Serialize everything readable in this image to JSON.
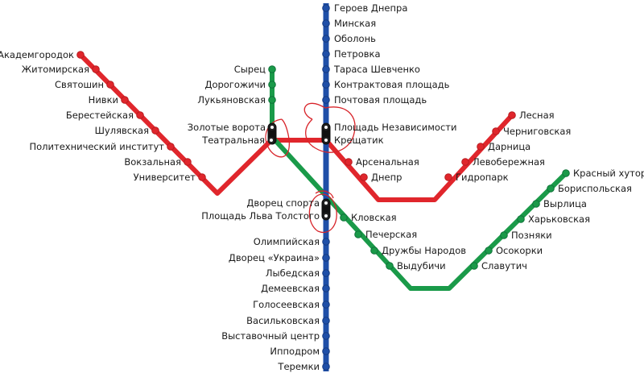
{
  "colors": {
    "red": "#e0262c",
    "green": "#1a9a49",
    "blue": "#1f4fa8"
  },
  "lines": {
    "blue": [
      "Героев Днепра",
      "Минская",
      "Оболонь",
      "Петровка",
      "Тараса Шевченко",
      "Контрактовая площадь",
      "Почтовая площадь",
      "Площадь Независимости",
      "Крещатик",
      "Площадь Льва Толстого",
      "Олимпийская",
      "Дворец «Украина»",
      "Лыбедская",
      "Демеевская",
      "Голосеевская",
      "Васильковская",
      "Выставочный центр",
      "Ипподром",
      "Теремки"
    ],
    "red": [
      "Академгородок",
      "Житомирская",
      "Святошин",
      "Нивки",
      "Берестейская",
      "Шулявская",
      "Политехнический институт",
      "Вокзальная",
      "Университет",
      "Театральная",
      "Крещатик",
      "Арсенальная",
      "Днепр",
      "Гидропарк",
      "Левобережная",
      "Дарница",
      "Черниговская",
      "Лесная"
    ],
    "green": [
      "Сырец",
      "Дорогожичи",
      "Лукьяновская",
      "Золотые ворота",
      "Дворец спорта",
      "Кловская",
      "Печерская",
      "Дружбы Народов",
      "Выдубичи",
      "Славутич",
      "Осокорки",
      "Позняки",
      "Харьковская",
      "Вырлица",
      "Бориспольская",
      "Красный хутор"
    ]
  }
}
